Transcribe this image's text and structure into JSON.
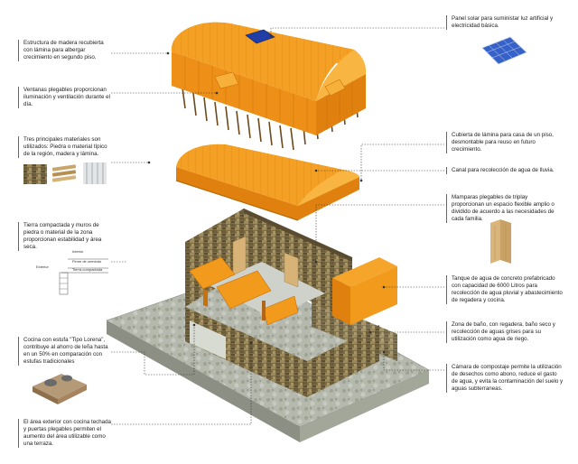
{
  "notes": {
    "n1": "Estructura de madera recubierta con lámina para albergar crecimiento en segundo piso.",
    "n2": "Ventanas plegables proporcionan iluminación y ventilación durante el día.",
    "n3": "Tres principales materiales son utilizados: Piedra o material típico de la región, madera y lámina.",
    "n4": "Tierra compactada y muros de piedra o material de la zona proporcionan estabilidad y área seca.",
    "n5": "Cocina con estufa \"Tipo Lorena\", contribuye al ahorro de leña hasta en un 50% en comparación con estufas tradicionales",
    "n6": "El área exterior con cocina techada y puertas plegables permiten el aumento del área utilizable como una terraza.",
    "n7": "Panel solar para suministar luz artificial y electricidad básica.",
    "n8": "Cubierta de lámina para casa de un piso, desmontable para reuso en futuro crecimiento.",
    "n9": "Canal para recolección de agua de lluvia.",
    "n10": "Mamparas plegables de triplay proporcionan un espacio flexible amplio o dividido de acuerdo a las necesidades de cada familia.",
    "n11": "Tanque de agua de concreto prefabricado con capacidad de 6000 Litros para recolección de agua pluvial y abastecimiento de regadera y cocina.",
    "n12": "Zona de baño, con regadera, baño seco y recolección de aguas grises para su utilización como agua de riego.",
    "n13": "Cámara de compostaje permite la utilización de desechos como abono, reduce el gasto de agua, y evita la contaminación del suelo y aguas subterraneas."
  },
  "section_labels": {
    "interior": "Interior",
    "firme": "Firme de cemento",
    "exterior": "Exterior",
    "tierra": "Tierra compactada"
  },
  "colors": {
    "orange": "#f29a1b",
    "orange_dark": "#d9780d",
    "stone": "#8a7a55",
    "ground": "#b9bdb6",
    "panel": "#1f3ea8"
  }
}
